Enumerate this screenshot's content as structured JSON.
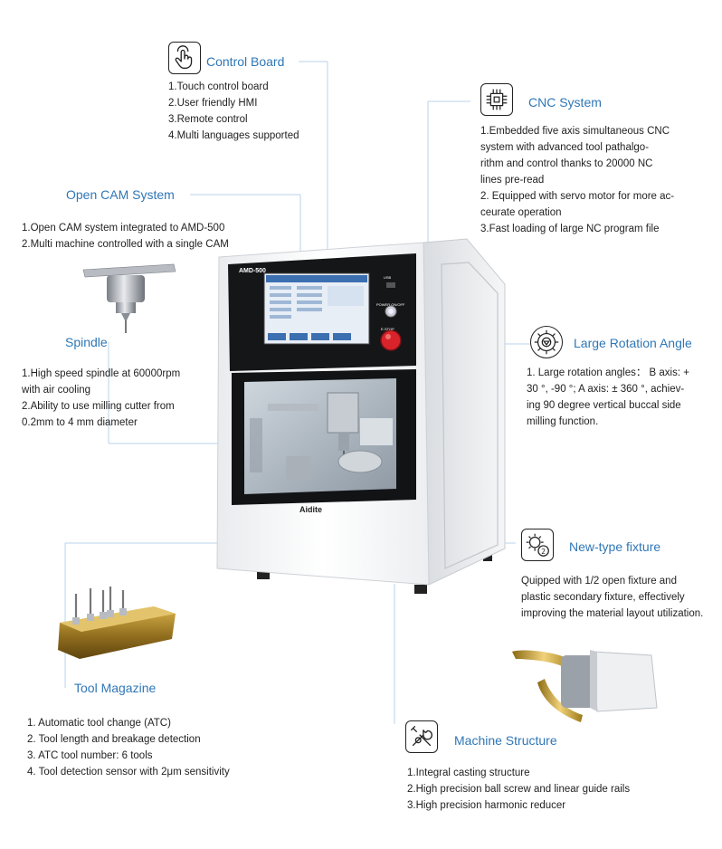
{
  "control_board": {
    "title": "Control Board",
    "items": [
      "1.Touch control board",
      "2.User friendly HMI",
      "3.Remote control",
      "4.Multi languages supported"
    ]
  },
  "cnc_system": {
    "title": "CNC System",
    "lines": [
      "1.Embedded five axis simultaneous CNC",
      "system with advanced tool pathalgo-",
      "rithm and control thanks to 20000 NC",
      "lines pre-read",
      "2. Equipped with servo motor for more  ac-",
      "ceurate operation",
      "3.Fast loading of large NC program file"
    ]
  },
  "open_cam": {
    "title": "Open CAM System",
    "items": [
      "1.Open CAM system integrated to AMD-500",
      "2.Multi machine controlled with a single CAM"
    ]
  },
  "spindle": {
    "title": "Spindle",
    "lines": [
      "1.High  speed  spindle  at  60000rpm",
      "with air cooling",
      "2.Ability to use milling cutter from",
      "0.2mm to 4 mm diameter"
    ]
  },
  "rotation": {
    "title": "Large Rotation Angle",
    "lines": [
      "1. Large rotation angles： B axis: +",
      "30 °, -90 °; A axis: ± 360 °, achiev-",
      "ing  90 degree vertical buccal side",
      "milling function."
    ]
  },
  "fixture": {
    "title": "New-type fixture",
    "lines": [
      "Quipped with 1/2 open fixture and",
      "plastic secondary fixture, effectively",
      "improving the material layout utilization."
    ]
  },
  "tool_magazine": {
    "title": "Tool Magazine",
    "items": [
      "1. Automatic tool change (ATC)",
      "2. Tool length and breakage detection",
      "3. ATC tool number: 6 tools",
      "4. Tool detection sensor with 2μm sensitivity"
    ]
  },
  "machine_structure": {
    "title": "Machine Structure",
    "items": [
      "1.Integral casting structure",
      "2.High precision ball screw and linear guide rails",
      "3.High precision harmonic reducer"
    ]
  },
  "machine": {
    "model": "AMD-500",
    "brand": "Aidite",
    "usb_label": "USB",
    "power_label": "POWER ON/OFF",
    "estop_label": "E-STOP"
  },
  "icons": {
    "control_board": "touch-hand-icon",
    "cnc_system": "chip-icon",
    "rotation": "rotation-gear-icon",
    "fixture": "gear-2-icon",
    "machine_structure": "tools-icon"
  },
  "colors": {
    "accent": "#2f77b6",
    "estop": "#d9232a",
    "leader_line": "#b9d3ea"
  }
}
